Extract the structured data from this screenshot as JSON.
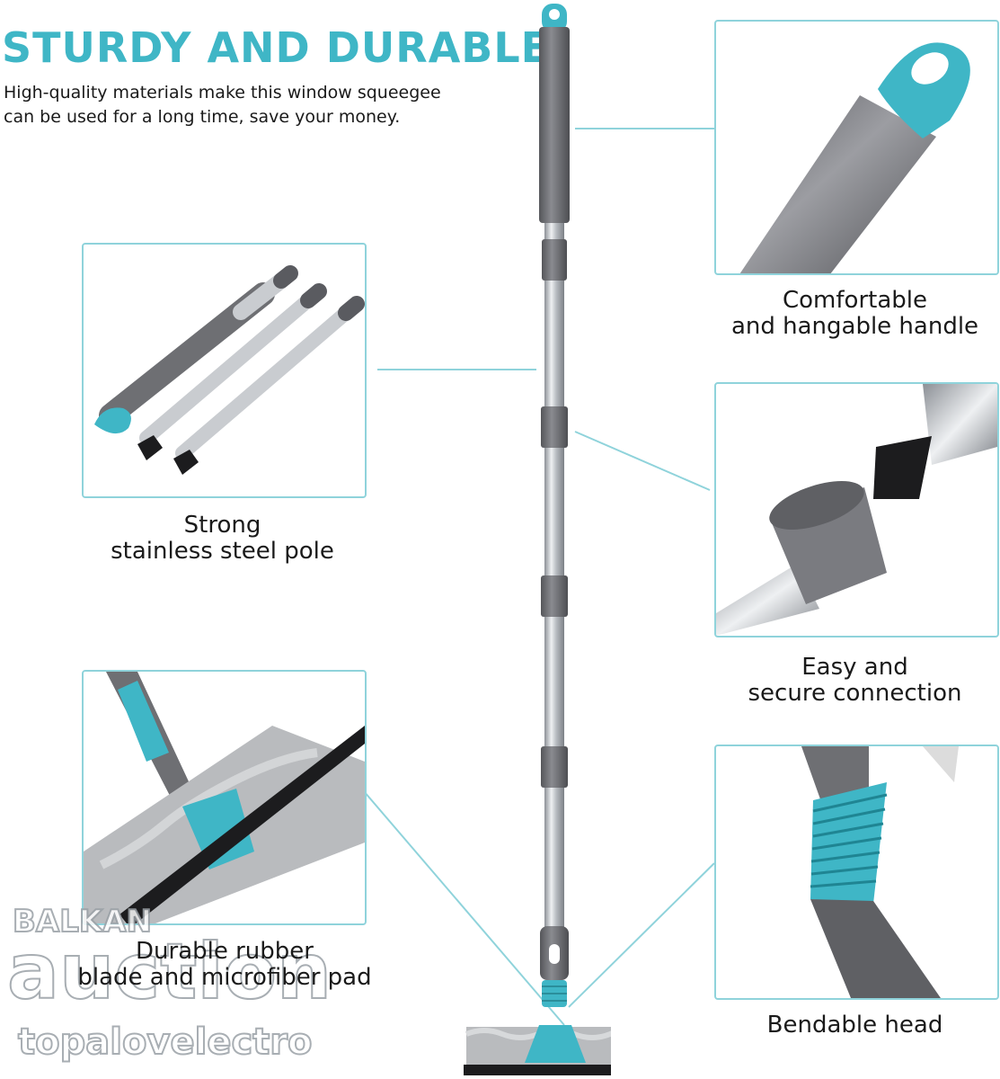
{
  "header": {
    "title": "STURDY AND DURABLE",
    "subtitle_lines": [
      "High-quality materials make this window squeegee",
      "can be used for a long time, save your money."
    ]
  },
  "features": {
    "handle": {
      "lines": [
        "Comfortable",
        "and hangable handle"
      ]
    },
    "pole": {
      "lines": [
        "Strong",
        "stainless steel pole"
      ]
    },
    "connection": {
      "lines": [
        "Easy and",
        "secure connection"
      ]
    },
    "blade": {
      "lines": [
        "Durable rubber",
        "blade and microfiber pad"
      ]
    },
    "head": {
      "lines": [
        "Bendable head"
      ]
    }
  },
  "watermark": {
    "top": "BALKAN",
    "middle": "auction",
    "bottom": "topalovelectro"
  },
  "colors": {
    "accent": "#3fb6c6",
    "border": "#8fd3db",
    "grip": "#6e6f73",
    "steel": "#c9ccd0"
  }
}
